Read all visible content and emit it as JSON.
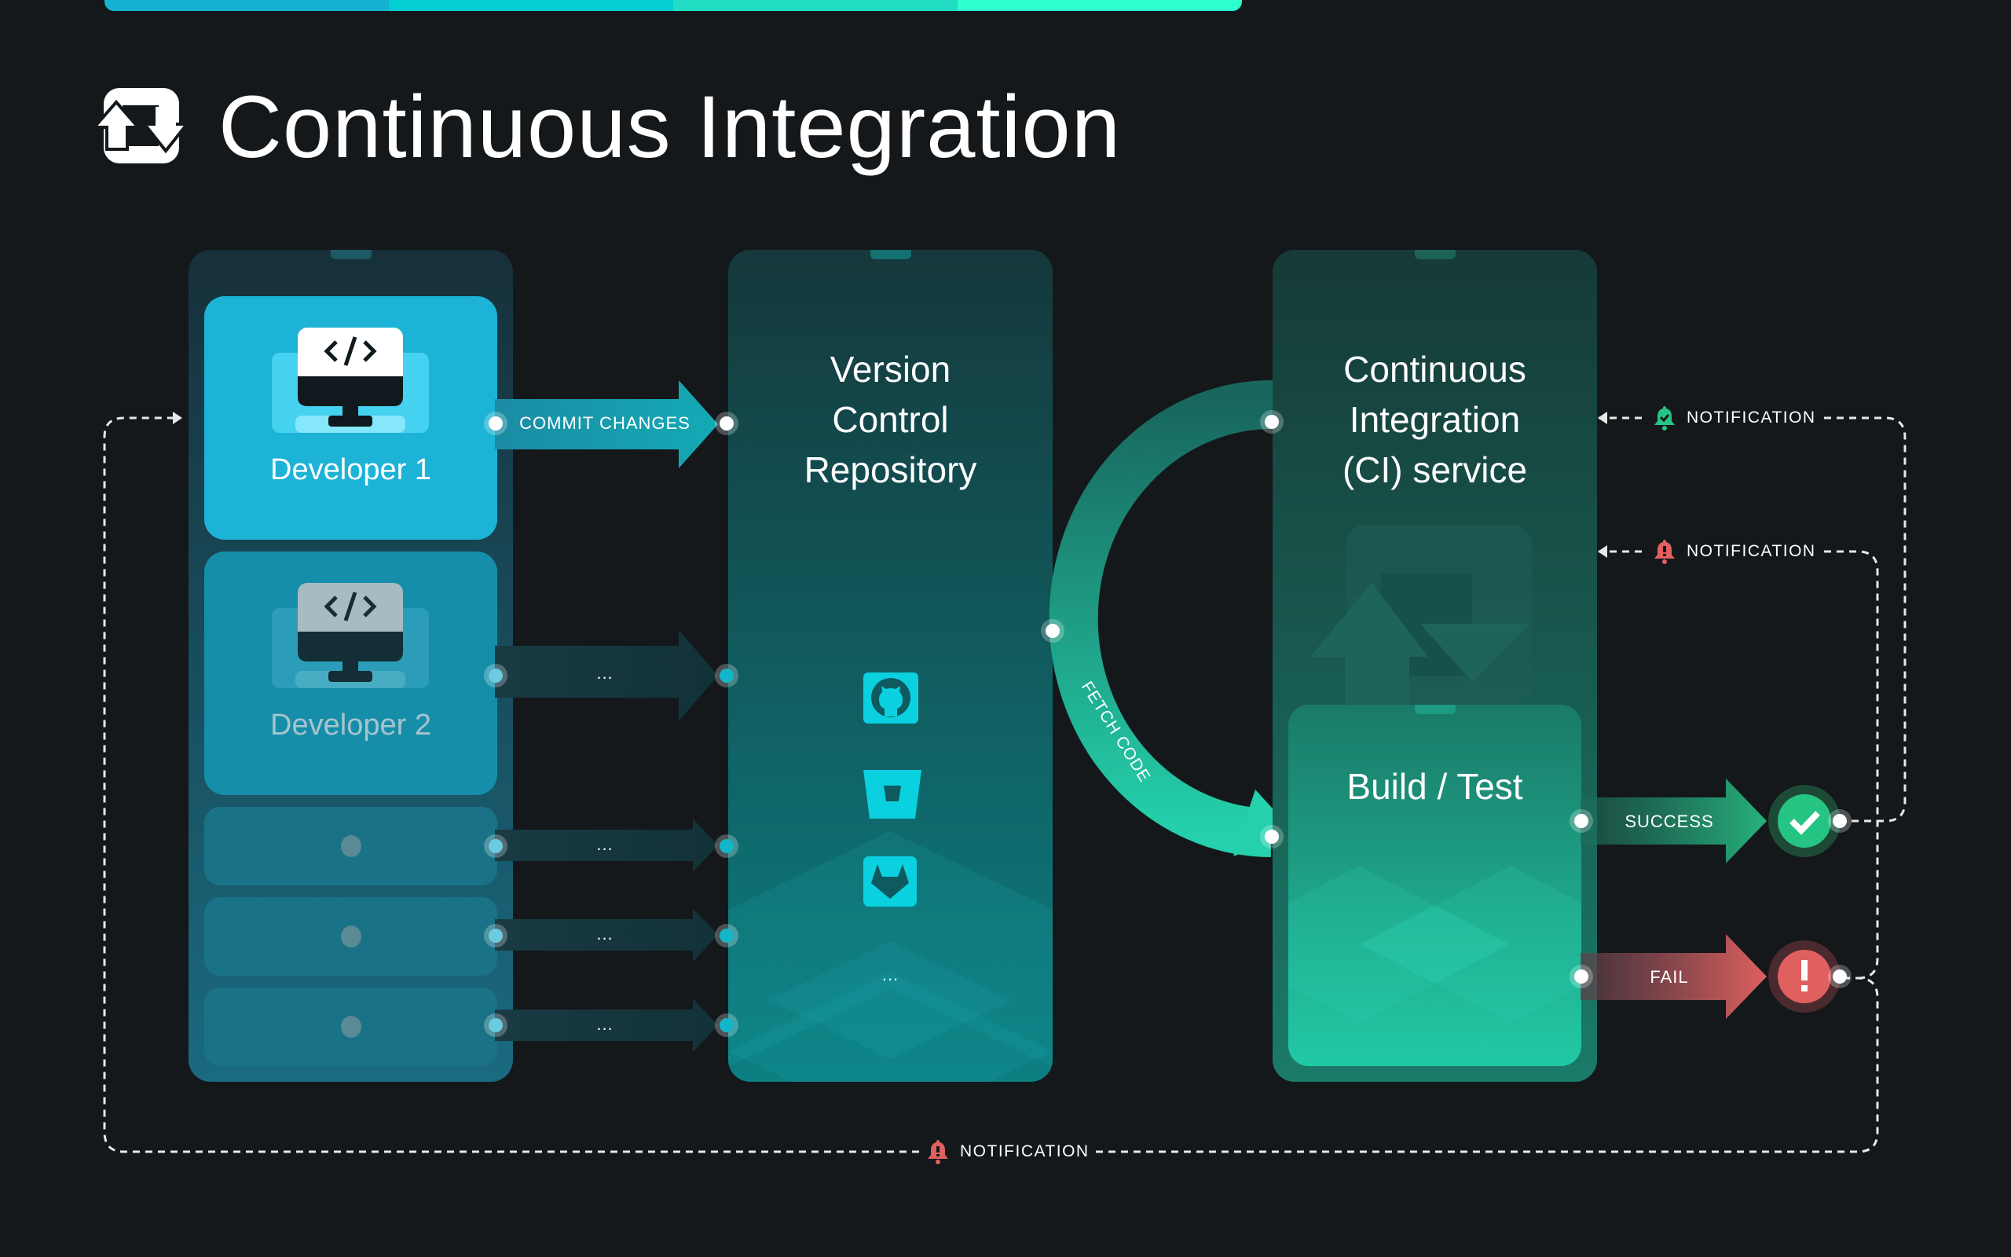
{
  "title": "Continuous Integration",
  "title_icon": "sync-icon",
  "top_bar_colors": [
    "#17b1d4",
    "#06cfd4",
    "#22dcc4",
    "#2ffecf"
  ],
  "colors": {
    "background": "#14181b",
    "developer_active": "#1db3d6",
    "success": "#26c482",
    "fail": "#e06060",
    "fetch_arrow": "#22c9a6"
  },
  "developers": {
    "items": [
      {
        "label": "Developer 1",
        "icon": "monitor-code-icon",
        "active": true
      },
      {
        "label": "Developer 2",
        "icon": "monitor-code-icon",
        "active": false
      }
    ],
    "placeholder_count": 3
  },
  "arrows": {
    "commit_label": "COMMIT CHANGES",
    "ellipsis_label": "...",
    "fetch_label": "FETCH CODE",
    "success_label": "SUCCESS",
    "fail_label": "FAIL"
  },
  "repository": {
    "title_lines": [
      "Version",
      "Control",
      "Repository"
    ],
    "providers": [
      {
        "name": "github-icon"
      },
      {
        "name": "bitbucket-icon"
      },
      {
        "name": "gitlab-icon"
      }
    ],
    "more_label": "..."
  },
  "ci_service": {
    "title_lines": [
      "Continuous",
      "Integration",
      "(CI) service"
    ],
    "build_label": "Build / Test"
  },
  "notifications": {
    "success_label": "NOTIFICATION",
    "fail_label": "NOTIFICATION",
    "bottom_label": "NOTIFICATION"
  },
  "status": {
    "success_icon": "check-circle-icon",
    "fail_icon": "exclamation-circle-icon"
  }
}
